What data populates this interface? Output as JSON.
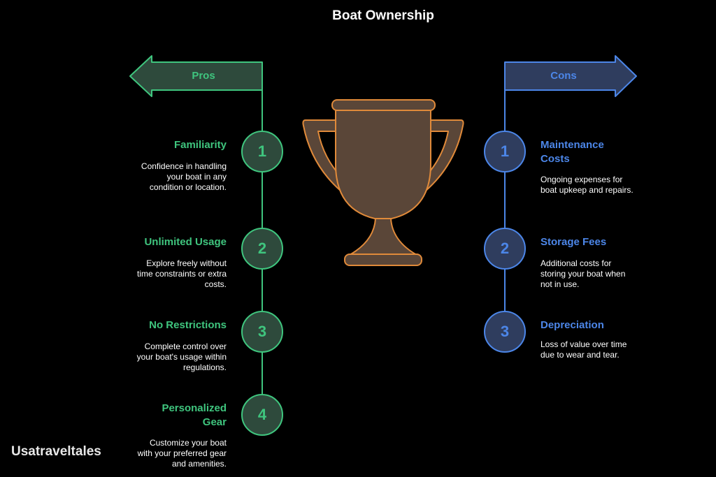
{
  "title": "Boat Ownership",
  "colors": {
    "pros": "#3fc57e",
    "pros_fill": "#2e4a3c",
    "cons": "#4c86e8",
    "cons_fill": "#2f3d5e",
    "trophy_stroke": "#e08a3a",
    "trophy_fill": "#5a4638"
  },
  "center_icon": "trophy-icon",
  "pros": {
    "header": "Pros",
    "items": [
      {
        "number": "1",
        "title": "Familiarity",
        "description": "Confidence in handling your boat in any condition or location."
      },
      {
        "number": "2",
        "title": "Unlimited Usage",
        "description": "Explore freely without time constraints or extra costs."
      },
      {
        "number": "3",
        "title": "No Restrictions",
        "description": "Complete control over your boat's usage within regulations."
      },
      {
        "number": "4",
        "title": "Personalized Gear",
        "description": "Customize your boat with your preferred gear and amenities."
      }
    ]
  },
  "cons": {
    "header": "Cons",
    "items": [
      {
        "number": "1",
        "title": "Maintenance Costs",
        "description": "Ongoing expenses for boat upkeep and repairs."
      },
      {
        "number": "2",
        "title": "Storage Fees",
        "description": "Additional costs for storing your boat when not in use."
      },
      {
        "number": "3",
        "title": "Depreciation",
        "description": "Loss of value over time due to wear and tear."
      }
    ]
  },
  "watermark": "Usatraveltales"
}
